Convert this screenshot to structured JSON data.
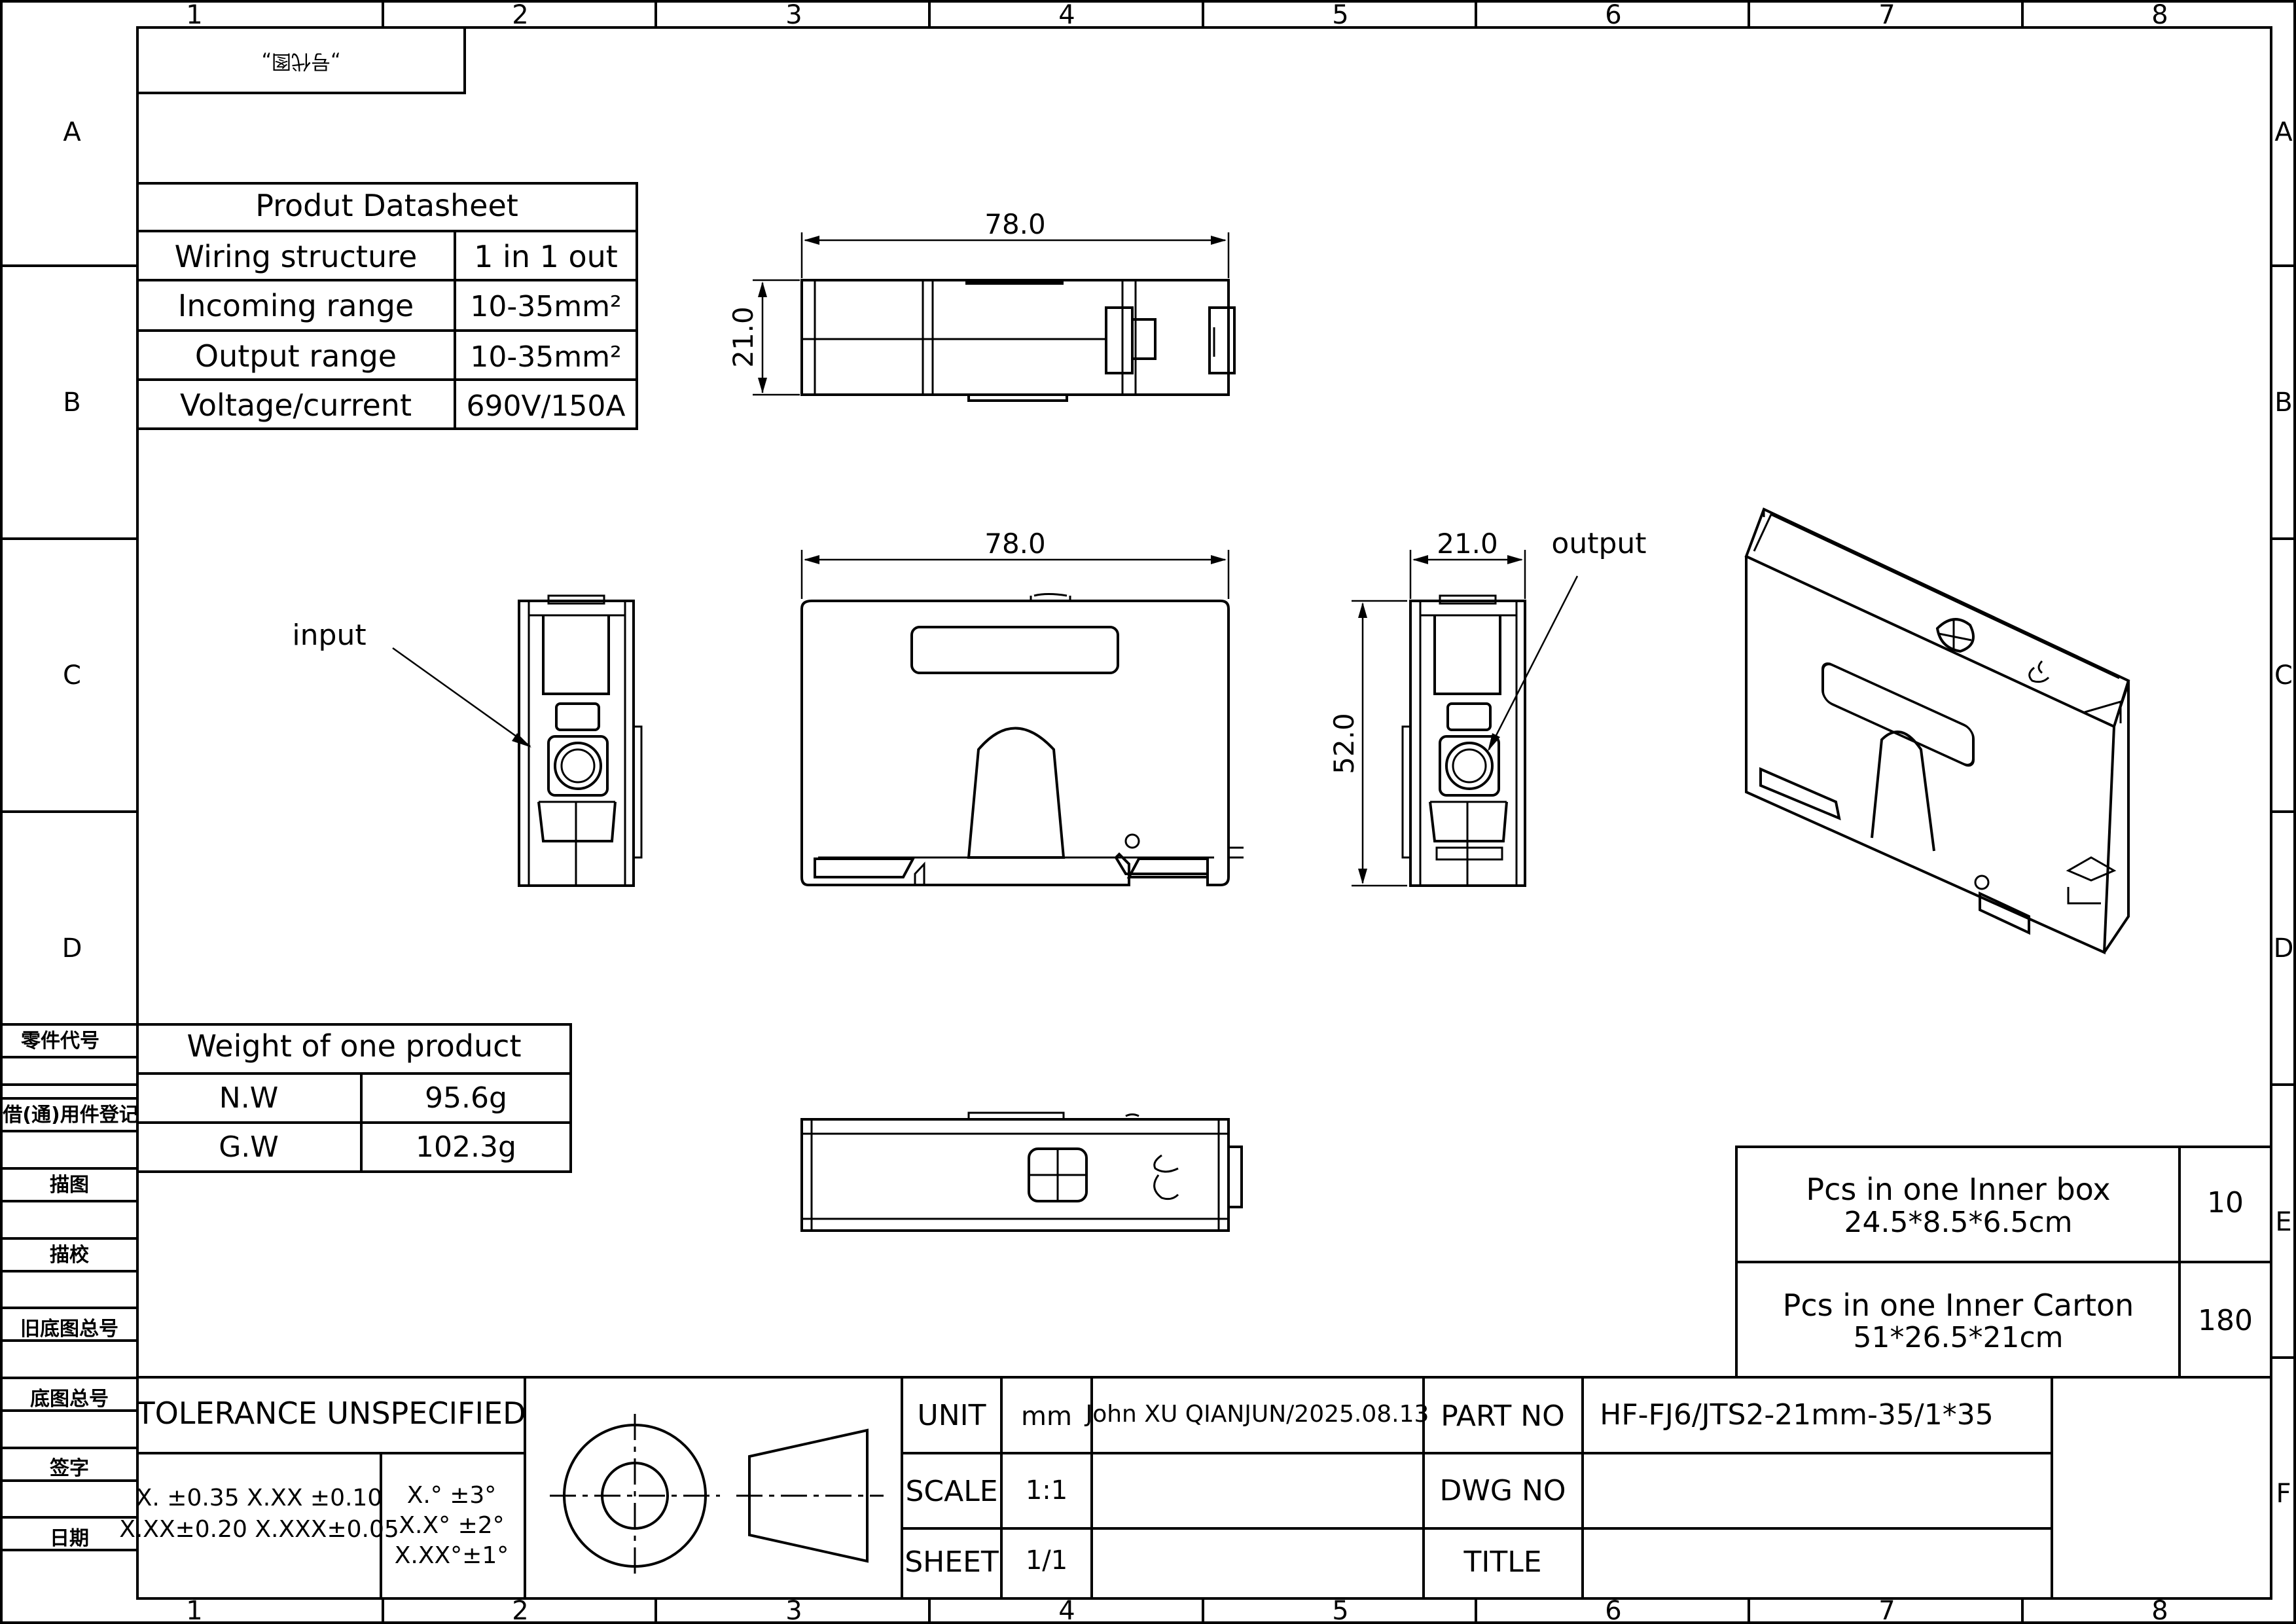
{
  "frame": {
    "column_numbers": [
      "1",
      "2",
      "3",
      "4",
      "5",
      "6",
      "7",
      "8"
    ],
    "row_letters": [
      "A",
      "B",
      "C",
      "D",
      "E",
      "F"
    ]
  },
  "top_left_box": {
    "text": "„号代图„"
  },
  "datasheet": {
    "title": "Produt Datasheet",
    "rows": [
      {
        "label": "Wiring structure",
        "value": "1 in 1 out"
      },
      {
        "label": "Incoming range",
        "value": "10-35mm²"
      },
      {
        "label": "Output range",
        "value": "10-35mm²"
      },
      {
        "label": "Voltage/current",
        "value": "690V/150A"
      }
    ]
  },
  "weight": {
    "title": "Weight of one product",
    "rows": [
      {
        "label": "N.W",
        "value": "95.6g"
      },
      {
        "label": "G.W",
        "value": "102.3g"
      }
    ]
  },
  "dimensions": {
    "top_width": "78.0",
    "top_height": "21.0",
    "front_width": "78.0",
    "side_width": "21.0",
    "side_height": "52.0"
  },
  "callouts": {
    "input": "input",
    "output": "output"
  },
  "left_column_labels": [
    "零件代号",
    "借(通)用件登记",
    "描图",
    "描校",
    "旧底图总号",
    "底图总号",
    "签字",
    "日期"
  ],
  "packaging": [
    {
      "line1": "Pcs in one Inner box",
      "line2": "24.5*8.5*6.5cm",
      "qty": "10"
    },
    {
      "line1": "Pcs in one Inner Carton",
      "line2": "51*26.5*21cm",
      "qty": "180"
    }
  ],
  "title_block": {
    "tolerance_title": "TOLERANCE UNSPECIFIED",
    "tol_linear_1": "X. ±0.35  X.XX  ±0.10",
    "tol_linear_2": "X.XX±0.20  X.XXX±0.05",
    "tol_angle_1": "X.°  ±3°",
    "tol_angle_2": "X.X°  ±2°",
    "tol_angle_3": "X.XX°±1°",
    "unit_label": "UNIT",
    "unit_value": "mm",
    "scale_label": "SCALE",
    "scale_value": "1:1",
    "sheet_label": "SHEET",
    "sheet_value": "1/1",
    "author": "John  XU QIANJUN/2025.08.13",
    "part_no_label": "PART NO",
    "part_no_value": "HF-FJ6/JTS2-21mm-35/1*35",
    "dwg_no_label": "DWG NO",
    "title_label": "TITLE"
  }
}
